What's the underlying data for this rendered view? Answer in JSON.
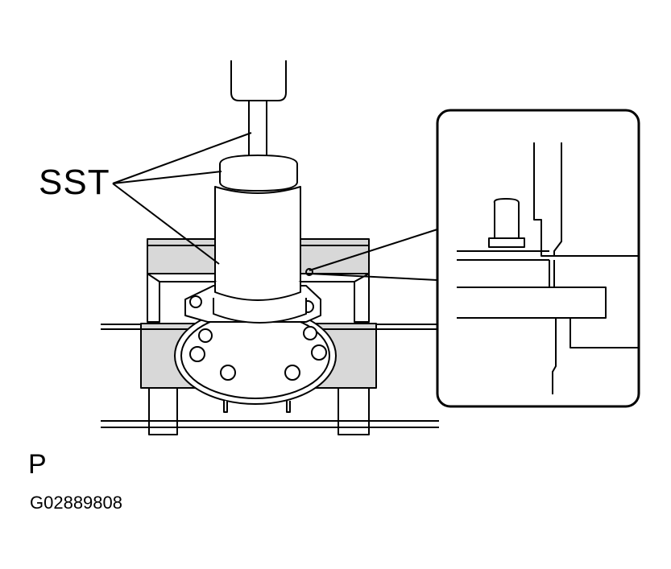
{
  "labels": {
    "sst": "SST",
    "press_mark": "P",
    "figure_code": "G02889808"
  },
  "colors": {
    "line": "#000000",
    "background": "#ffffff",
    "shade": "#d8d8d8"
  }
}
